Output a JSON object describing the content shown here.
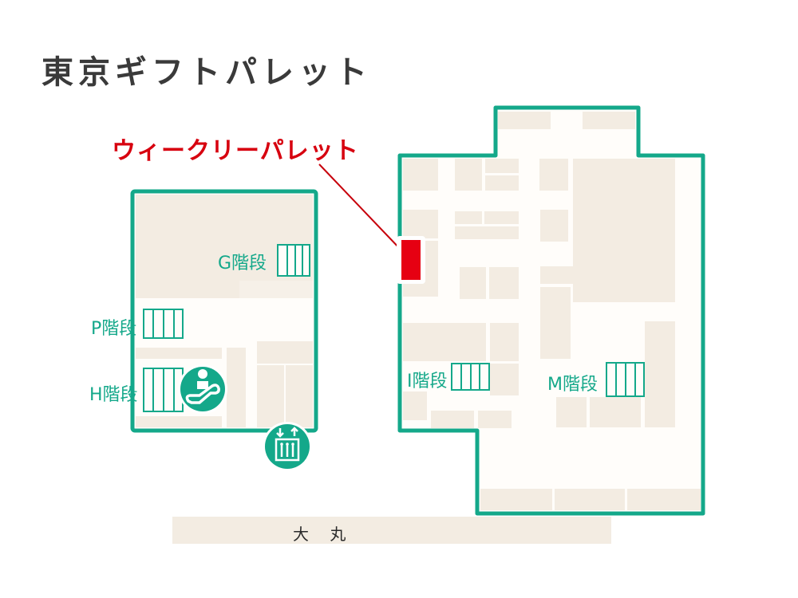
{
  "header": {
    "title": "東京ギフトパレット"
  },
  "callout": {
    "label": "ウィークリーパレット",
    "color": "#d7000f"
  },
  "colors": {
    "wall": "#14a88a",
    "shop": "#f3ece2",
    "corridor": "#fffdfa",
    "highlight": "#e60012",
    "text_dark": "#3a3a3a"
  },
  "stairs": [
    {
      "id": "G",
      "label": "G階段"
    },
    {
      "id": "P",
      "label": "P階段"
    },
    {
      "id": "H",
      "label": "H階段"
    },
    {
      "id": "I",
      "label": "I階段"
    },
    {
      "id": "M",
      "label": "M階段"
    }
  ],
  "icons": {
    "escalator": "escalator-icon",
    "elevator": "elevator-icon"
  },
  "landmarks": {
    "daimaru": "大 丸"
  }
}
